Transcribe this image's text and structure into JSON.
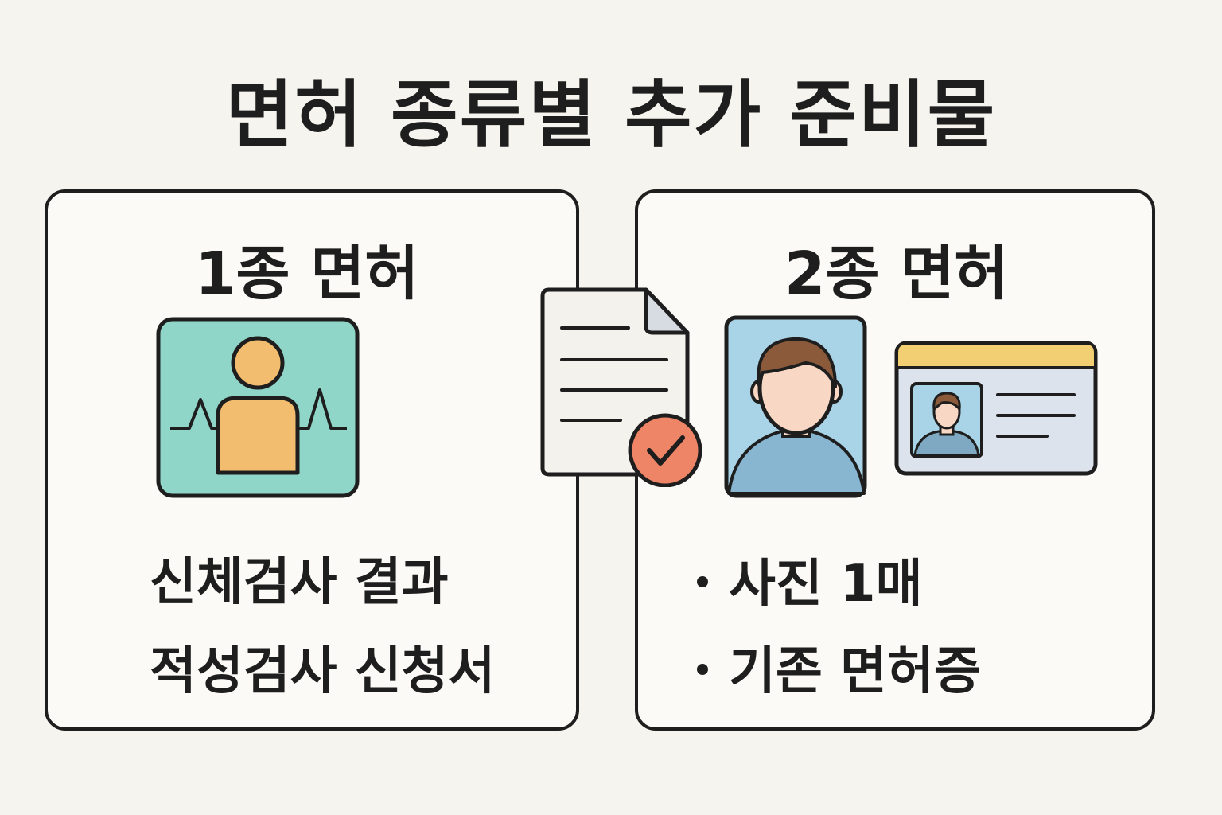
{
  "title": "면허 종류별 추가 준비물",
  "colors": {
    "background": "#f6f4ee",
    "outline": "#1e1e1e",
    "teal": "#8fd6c9",
    "orange": "#f2bd6f",
    "photo_bg": "#a9d3e6",
    "check_red": "#ee8567",
    "card_header": "#f3cf73"
  },
  "left_panel": {
    "title": "1종 면허",
    "icon": "health-checkup-icon",
    "items": [
      "신체검사 결과",
      "적성검사 신청서"
    ]
  },
  "center_icon": "document-check-icon",
  "right_panel": {
    "title": "2종 면허",
    "icons": [
      "portrait-photo-icon",
      "license-card-icon"
    ],
    "items": [
      "사진 1매",
      "기존 면허증"
    ]
  }
}
